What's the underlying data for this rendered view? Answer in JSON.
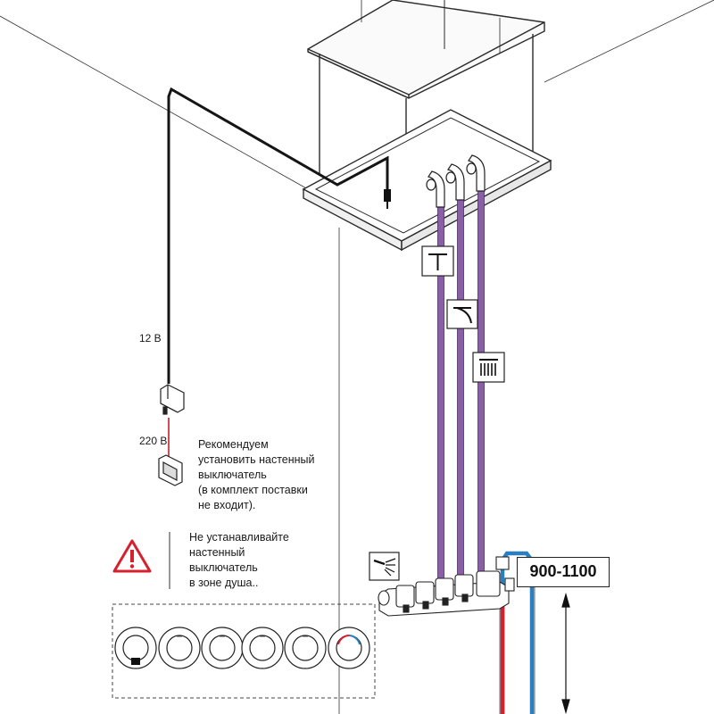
{
  "labels": {
    "voltage_low": "12 В",
    "voltage_high": "220 В"
  },
  "recommend_note": {
    "lines": [
      "Рекомендуем",
      "установить настенный",
      "выключатель",
      "(в комплект поставки",
      "не входит)."
    ]
  },
  "warning_note": {
    "lines": [
      "Не устанавливайте",
      "настенный",
      "выключатель",
      "в зоне душа.."
    ]
  },
  "mounting_height": "900-1100",
  "colors": {
    "pipe_purple": "#8b5ea8",
    "hot_water": "#d7202e",
    "cold_water": "#2a7fc1",
    "warning_red": "#d7202e"
  },
  "icons": {
    "outlet_1": "rain-shower-icon",
    "outlet_2": "waterfall-icon",
    "outlet_3": "cascade-shower-icon",
    "hand_shower": "hand-shower-icon",
    "warning": "warning-triangle-icon"
  }
}
